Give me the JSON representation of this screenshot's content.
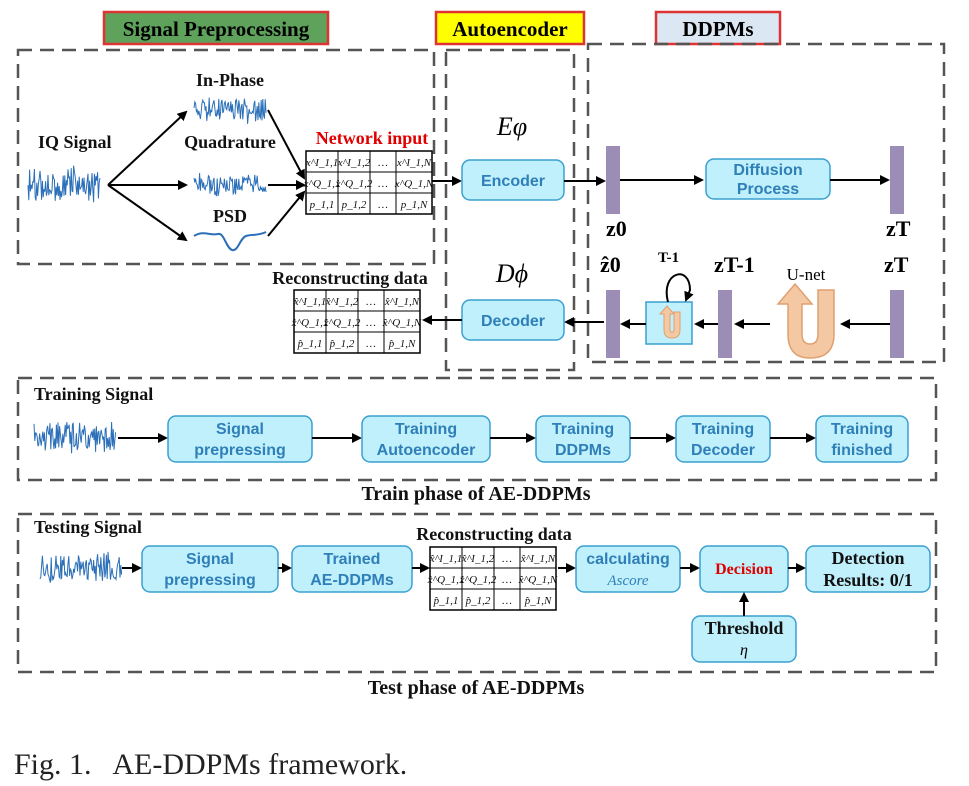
{
  "headers": {
    "preprocessing": "Signal Preprocessing",
    "autoencoder": "Autoencoder",
    "ddpms": "DDPMs"
  },
  "preprocessing": {
    "iq_signal": "IQ Signal",
    "in_phase": "In-Phase",
    "quadrature": "Quadrature",
    "psd": "PSD",
    "network_input": "Network input"
  },
  "network_matrix": [
    [
      "x^I_1,1",
      "x^I_1,2",
      "…",
      "x^I_1,N"
    ],
    [
      "x^Q_1,1",
      "x^Q_1,2",
      "…",
      "x^Q_1,N"
    ],
    [
      "p_1,1",
      "p_1,2",
      "…",
      "p_1,N"
    ]
  ],
  "recon_matrix": [
    [
      "x̂^I_1,1",
      "x̂^I_1,2",
      "…",
      "x̂^I_1,N"
    ],
    [
      "x̂^Q_1,1",
      "x̂^Q_1,2",
      "…",
      "x̂^Q_1,N"
    ],
    [
      "p̂_1,1",
      "p̂_1,2",
      "…",
      "p̂_1,N"
    ]
  ],
  "autoencoder": {
    "encoder_symbol": "Eφ",
    "decoder_symbol": "Dϕ",
    "encoder": "Encoder",
    "decoder": "Decoder",
    "reconstructing_data": "Reconstructing data"
  },
  "ddpms": {
    "diffusion_l1": "Diffusion",
    "diffusion_l2": "Process",
    "z0": "z0",
    "zT": "zT",
    "z0_hat": "ẑ0",
    "zT_1": "zT-1",
    "zT_b": "zT",
    "t_minus_1": "T-1",
    "unet": "U-net"
  },
  "train": {
    "signal_label": "Training Signal",
    "steps": [
      [
        "Signal",
        "prepressing"
      ],
      [
        "Training",
        "Autoencoder"
      ],
      [
        "Training",
        "DDPMs"
      ],
      [
        "Training",
        "Decoder"
      ],
      [
        "Training",
        "finished"
      ]
    ],
    "phase_title": "Train phase of AE-DDPMs"
  },
  "test": {
    "signal_label": "Testing Signal",
    "step1": [
      "Signal",
      "prepressing"
    ],
    "step2": [
      "Trained",
      "AE-DDPMs"
    ],
    "reconstructing_data": "Reconstructing data",
    "calc_l1": "calculating",
    "calc_l2": "Ascore",
    "decision": "Decision",
    "detect_l1": "Detection",
    "detect_l2": "Results: 0/1",
    "threshold_l1": "Threshold",
    "threshold_l2": "η",
    "phase_title": "Test phase of AE-DDPMs"
  },
  "caption": "Fig. 1.   AE-DDPMs framework.",
  "colors": {
    "box_fill": "#bff0fb",
    "box_stroke": "#3aa0d0",
    "box_text": "#2f7fb8",
    "prep_header": "#5ea25c",
    "ae_header": "#ffff00",
    "ddpm_header": "#dbe7f2",
    "red": "#e00000",
    "latent": "#9b8db5",
    "signal": "#2a6fb8",
    "unet": "#f4c8a2"
  }
}
